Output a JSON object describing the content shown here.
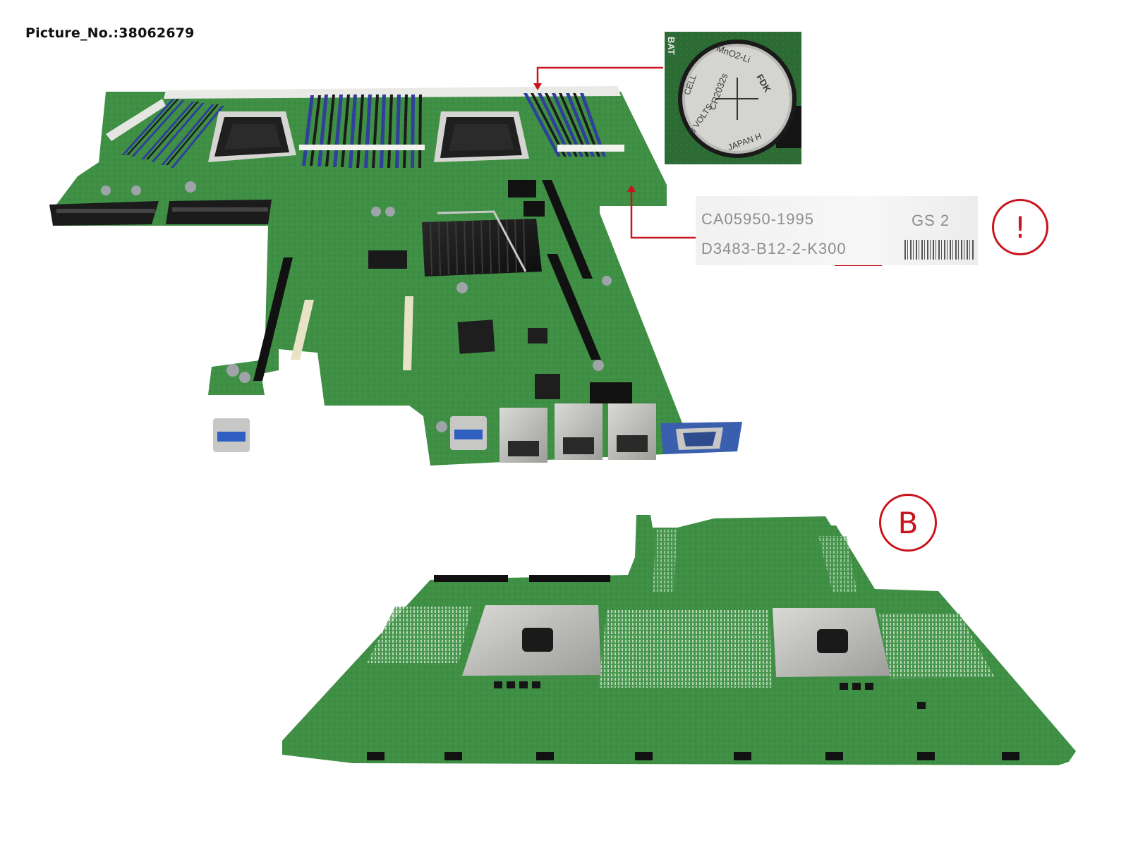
{
  "picture_number": "Picture_No.:38062679",
  "part_label": {
    "line1_left": "CA05950-1995",
    "line1_right": "GS 2",
    "line2": "D3483-B12-2-K300"
  },
  "battery_inset": {
    "board_marking": "BAT",
    "battery_text_line1": "MnO2-Li",
    "battery_text_line2": "CELL",
    "battery_text_line3": "3 VOLTS",
    "battery_model": "CR2032s",
    "battery_brand": "FDK",
    "battery_origin": "JAPAN H"
  },
  "warning_marker": "!",
  "side_marker": "B",
  "colors": {
    "pcb_green": "#3f8f45",
    "pcb_dark": "#2c6b33",
    "accent_red": "#c8141c",
    "dimm_blue": "#2f3f9c",
    "connector_black": "#1b1b1b",
    "metal_gray": "#b4b4b2"
  }
}
